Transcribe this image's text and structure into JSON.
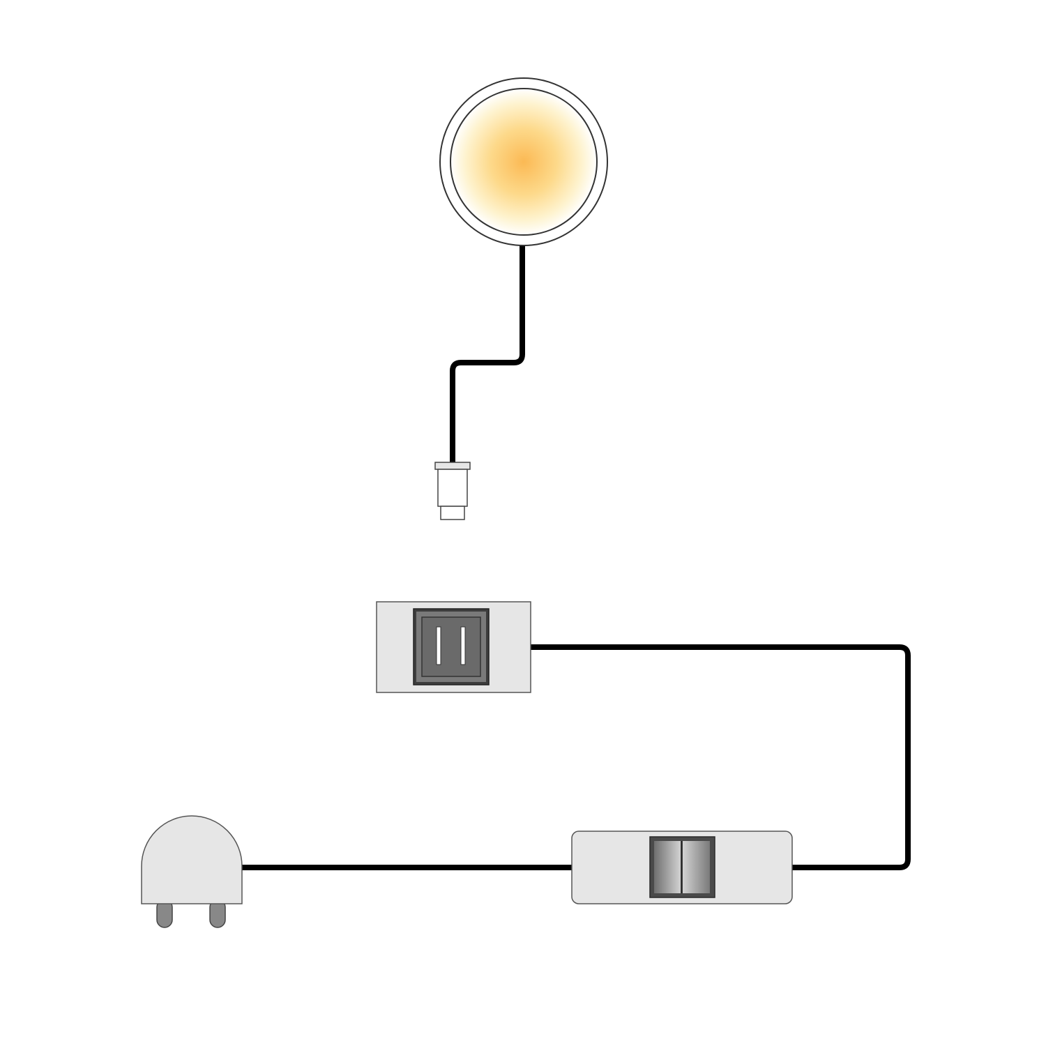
{
  "diagram": {
    "components": [
      {
        "id": "lamp",
        "icon": "led-puck-light-icon"
      },
      {
        "id": "lamp_connector",
        "icon": "cable-connector-plug-icon"
      },
      {
        "id": "distributor",
        "icon": "socket-distributor-icon"
      },
      {
        "id": "inline_switch",
        "icon": "inline-rocker-switch-icon"
      },
      {
        "id": "mains_plug",
        "icon": "mains-plug-icon"
      }
    ],
    "connections": [
      {
        "from": "lamp",
        "to": "lamp_connector"
      },
      {
        "from": "distributor",
        "to": "inline_switch"
      },
      {
        "from": "inline_switch",
        "to": "mains_plug"
      }
    ]
  },
  "colors": {
    "background": "#ffffff",
    "cable": "#000000",
    "housing_fill": "#e6e6e6",
    "housing_stroke": "#555555",
    "socket_face": "#777777",
    "socket_frame": "#3d3d3d",
    "light_center": "#fbb954",
    "light_mid": "#fde8a6",
    "plug_pin": "#888888"
  }
}
